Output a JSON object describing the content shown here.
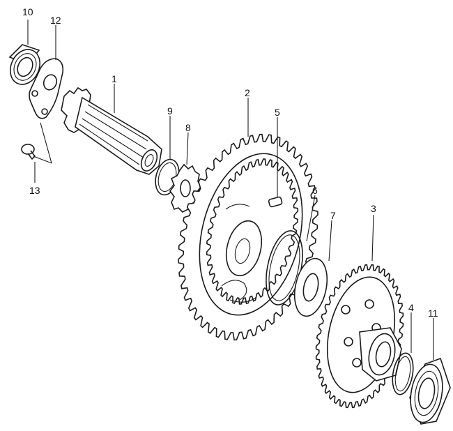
{
  "colors": {
    "ink": "#1a1a1a",
    "background": "#ffffff"
  },
  "callouts": {
    "c1": "1",
    "c2": "2",
    "c3": "3",
    "c4": "4",
    "c5": "5",
    "c6": "6",
    "c7": "7",
    "c8": "8",
    "c9": "9",
    "c10": "10",
    "c11": "11",
    "c12": "12",
    "c13": "13"
  }
}
